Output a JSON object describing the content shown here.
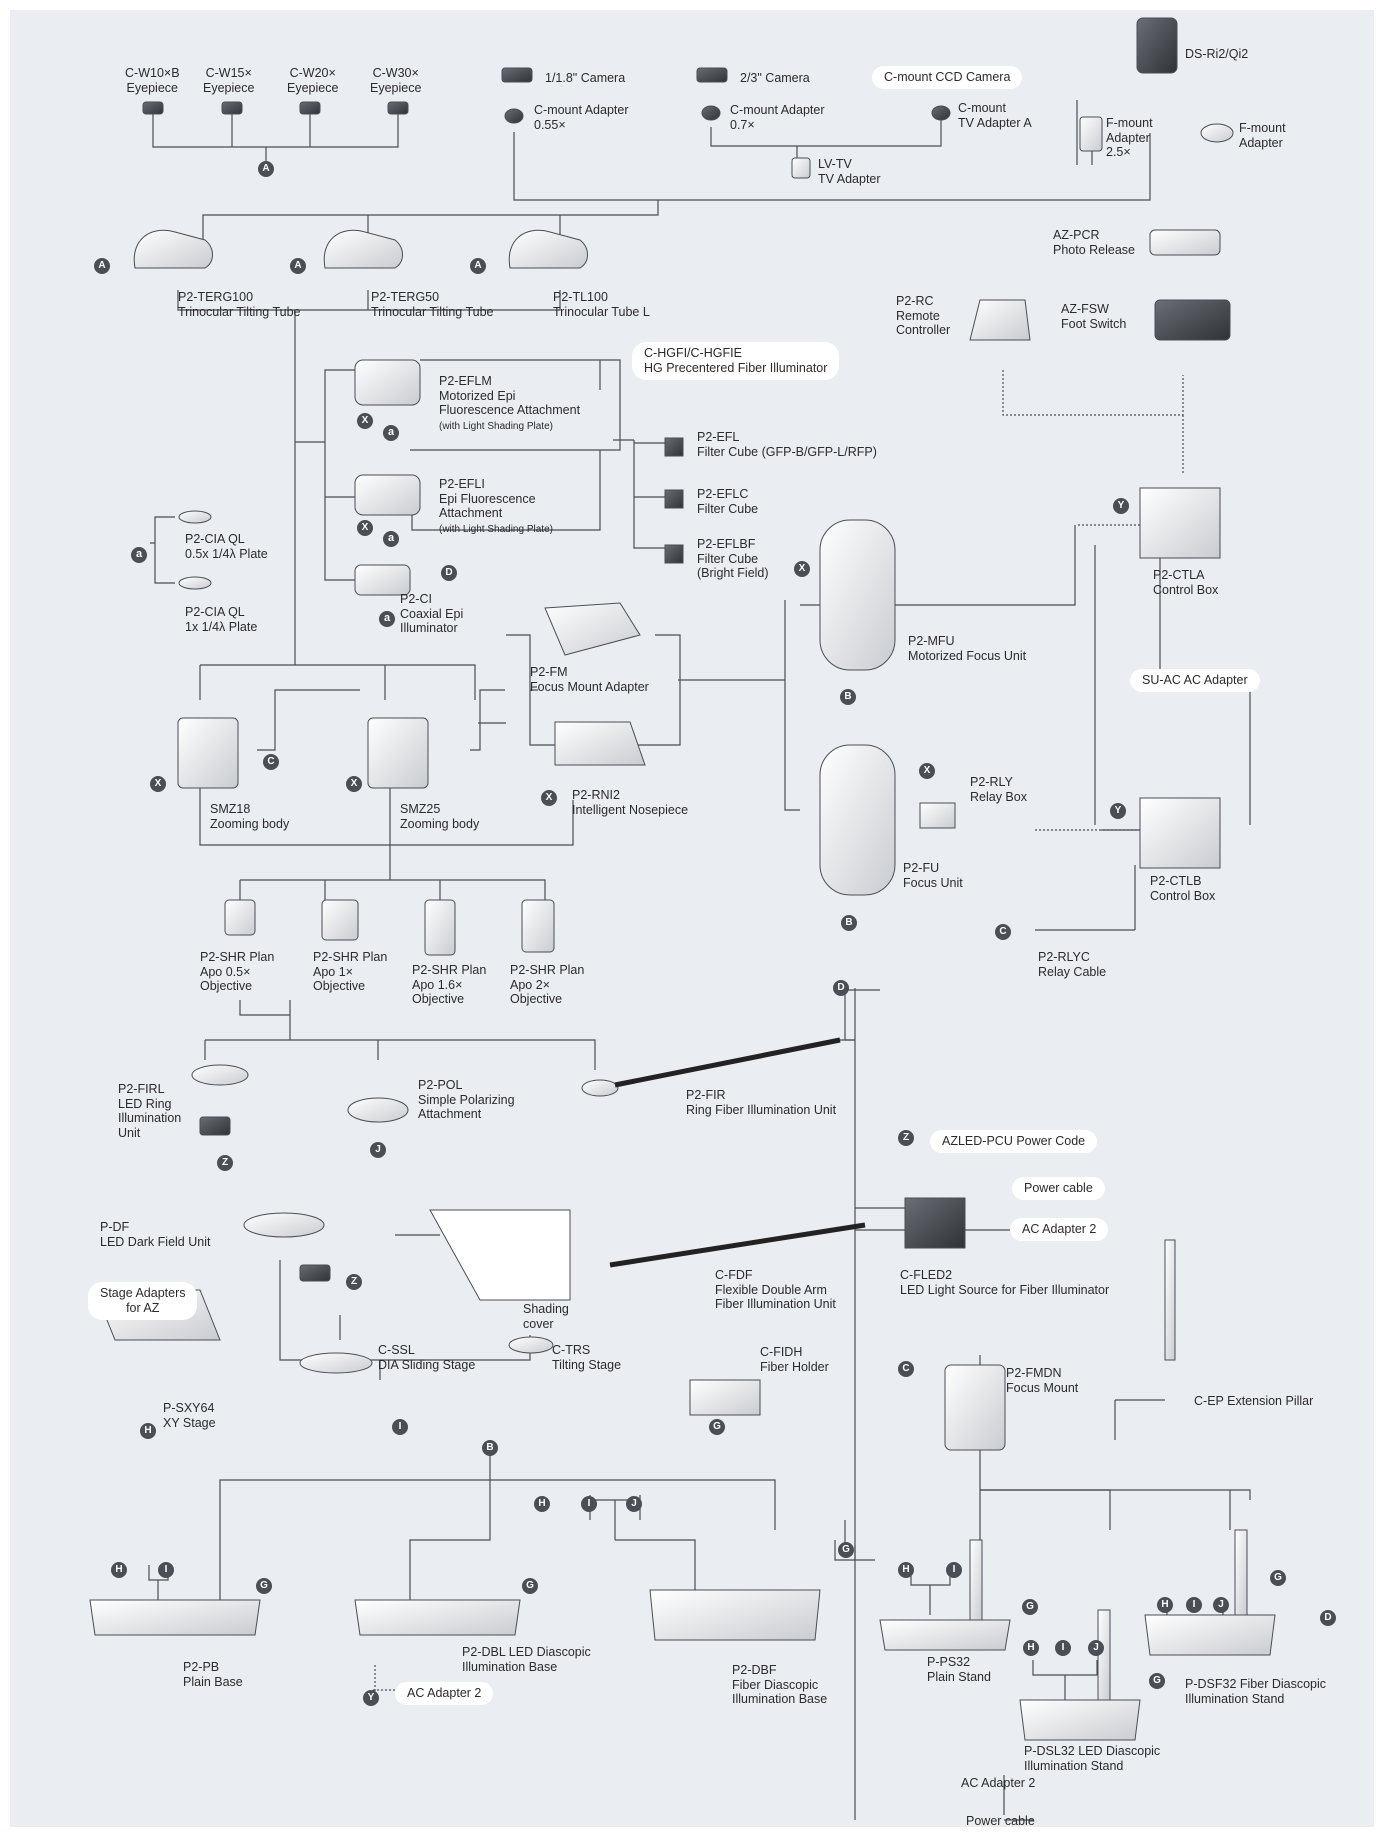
{
  "labels": {
    "w10": "C-W10×B\nEyepiece",
    "w15": "C-W15×\nEyepiece",
    "w20": "C-W20×\nEyepiece",
    "w30": "C-W30×\nEyepiece",
    "cam18": "1/1.8\" Camera",
    "cmount055": "C-mount Adapter\n0.55×",
    "cam23": "2/3\" Camera",
    "cmount07": "C-mount Adapter\n0.7×",
    "cmounttv": "C-mount\nTV Adapter A",
    "lvtv": "LV-TV\nTV Adapter",
    "dsri": "DS-Ri2/Qi2",
    "fmount25": "F-mount\nAdapter\n2.5×",
    "fmount": "F-mount\nAdapter",
    "terg100": "P2-TERG100\nTrinocular Tilting Tube",
    "terg50": "P2-TERG50\nTrinocular Tilting Tube",
    "tl100": "P2-TL100\nTrinocular Tube L",
    "azpcr": "AZ-PCR\nPhoto Release",
    "azfsw": "AZ-FSW\nFoot Switch",
    "p2rc": "P2-RC\nRemote\nController",
    "efl": "P2-EFL\nFilter Cube (GFP-B/GFP-L/RFP)",
    "eflc": "P2-EFLC\nFilter Cube",
    "eflbf": "P2-EFLBF\nFilter Cube\n(Bright Field)",
    "ciaql05": "P2-CIA QL\n0.5x 1/4λ Plate",
    "ciaql1": "P2-CIA QL\n1x 1/4λ Plate",
    "p2ci": "P2-CI\nCoaxial Epi\nIlluminator",
    "ctla": "P2-CTLA\nControl Box",
    "mfu": "P2-MFU\nMotorized Focus Unit",
    "p2fm": "P2-FM\nFocus Mount Adapter",
    "smz18": "SMZ18\nZooming body",
    "smz25": "SMZ25\nZooming body",
    "rni2": "P2-RNI2\nIntelligent Nosepiece",
    "rly": "P2-RLY\nRelay Box",
    "fu": "P2-FU\nFocus Unit",
    "ctlb": "P2-CTLB\nControl Box",
    "rlyc": "P2-RLYC\nRelay Cable",
    "shr05": "P2-SHR Plan\nApo 0.5×\nObjective",
    "shr1": "P2-SHR Plan\nApo 1×\nObjective",
    "shr16": "P2-SHR Plan\nApo 1.6×\nObjective",
    "shr2": "P2-SHR Plan\nApo 2×\nObjective",
    "firl": "P2-FIRL\nLED Ring\nIllumination\nUnit",
    "pol": "P2-POL\nSimple Polarizing\nAttachment",
    "fir": "P2-FIR\nRing Fiber Illumination Unit",
    "pdf": "P-DF\nLED Dark Field Unit",
    "shading": "Shading\ncover",
    "fled2": "C-FLED2\nLED Light Source for Fiber Illuminator",
    "fdf": "C-FDF\nFlexible Double Arm\nFiber Illumination Unit",
    "fidh": "C-FIDH\nFiber Holder",
    "ssl": "C-SSL\nDIA Sliding Stage",
    "trs": "C-TRS\nTilting Stage",
    "sxy64": "P-SXY64\nXY Stage",
    "fmdn": "P2-FMDN\nFocus Mount",
    "cep": "C-EP Extension Pillar",
    "pb": "P2-PB\nPlain Base",
    "dbl": "P2-DBL LED Diascopic\nIllumination Base",
    "dbf": "P2-DBF\nFiber Diascopic\nIllumination Base",
    "ps32": "P-PS32\nPlain Stand",
    "dsl32": "P-DSL32 LED Diascopic\nIllumination Stand",
    "dsf32": "P-DSF32 Fiber Diascopic\nIllumination Stand",
    "acad2_bottom": "AC Adapter 2",
    "powercable_bottom": "Power cable"
  },
  "epflm": {
    "main": "P2-EFLM\nMotorized Epi\nFluorescence Attachment",
    "note": "(with Light Shading Plate)"
  },
  "epfli": {
    "main": "P2-EFLI\nEpi Fluorescence\nAttachment",
    "note": "(with Light Shading Plate)"
  },
  "pills": {
    "ccd": "C-mount CCD Camera",
    "hgfi": "C-HGFI/C-HGFIE\nHG Precentered Fiber Illuminator",
    "suac": "SU-AC AC Adapter",
    "azled": "AZLED-PCU Power Code",
    "powercable": "Power cable",
    "acad2": "AC Adapter 2",
    "stageaz": "Stage Adapters\nfor AZ",
    "acad2_dbl": "AC Adapter 2"
  },
  "badges": {
    "A": "A",
    "B": "B",
    "C": "C",
    "D": "D",
    "G": "G",
    "H": "H",
    "I": "I",
    "J": "J",
    "X": "X",
    "Y": "Y",
    "Z": "Z",
    "a": "a"
  },
  "colors": {
    "background": "#eaedf1",
    "line": "#4a4e56",
    "badge": "#4a4e56",
    "component": "#ffffff"
  }
}
